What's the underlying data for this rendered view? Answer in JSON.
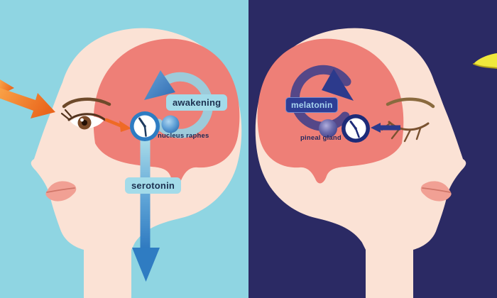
{
  "figure": {
    "description": "Day-night serotonin and melatonin cycle illustration",
    "day_panel": {
      "cycle_label": "awakening",
      "gland_label": "nucleus raphes",
      "hormone_label": "serotonin",
      "colors": {
        "background": "#8fd5e2",
        "skin": "#fbe2d5",
        "brain": "#ee7f77",
        "sun_arrow": "#ee7b22",
        "cycle_ring": "#93d4e4",
        "clock_ring": "#2d7cc3",
        "hormone_arrow": "#2f7cc2",
        "label_bg": "#a3dbe9",
        "label_text": "#1c3050",
        "lips": "#f1a094"
      }
    },
    "night_panel": {
      "hormone_label": "melatonin",
      "gland_label": "pineal gland",
      "colors": {
        "background": "#2b2a64",
        "skin": "#fbe2d5",
        "brain": "#ee7f77",
        "cycle_ring": "#2e3a8c",
        "clock_ring": "#1d2b78",
        "eye_arrow": "#2c3a8c",
        "label_bg": "#2e3e95",
        "label_text": "#a8d4ee",
        "moon": "#f0e83c",
        "gland_text": "#23295e"
      }
    },
    "icons": {
      "day": [
        "sunlight-arrow-icon",
        "clock-icon",
        "cycle-arrow-icon"
      ],
      "night": [
        "crescent-moon-icon",
        "clock-icon",
        "cycle-arrow-icon"
      ]
    }
  }
}
